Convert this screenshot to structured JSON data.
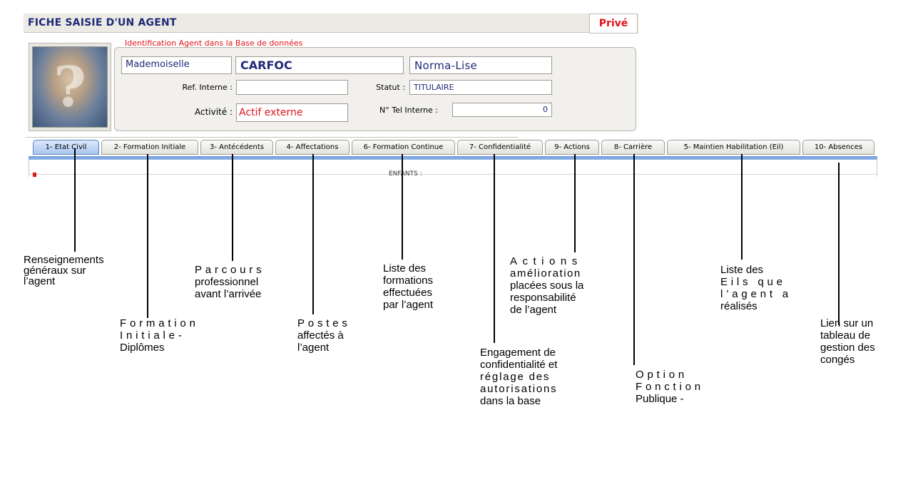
{
  "form": {
    "title": "FICHE SAISIE D'UN AGENT",
    "privacy_label": "Privé",
    "identification_caption": "Identification Agent dans la Base de données",
    "photo_placeholder": "?",
    "civility": "Mademoiselle",
    "last_name": "CARFOC",
    "first_name": "Norma-Lise",
    "ref_label": "Ref. Interne :",
    "ref_value": "",
    "status_label": "Statut :",
    "status_value": "TITULAIRE",
    "activity_label": "Activité :",
    "activity_value": "Actif externe",
    "tel_label": "N° Tel Interne :",
    "tel_value": "0"
  },
  "tabs": [
    {
      "label": "1- Etat Civil",
      "active": true
    },
    {
      "label": "2- Formation Initiale"
    },
    {
      "label": "3- Antécédents"
    },
    {
      "label": "4- Affectations"
    },
    {
      "label": "6- Formation Continue"
    },
    {
      "label": "7- Confidentialité"
    },
    {
      "label": "9- Actions"
    },
    {
      "label": "8- Carrière"
    },
    {
      "label": "5- Maintien Habilitation (Eil)"
    },
    {
      "label": "10- Absences"
    }
  ],
  "content": {
    "enfants_label": "ENFANTS :"
  },
  "callouts": [
    {
      "id": "etat-civil",
      "lines": [
        "Renseignements",
        "généraux sur",
        "l’agent"
      ]
    },
    {
      "id": "formation-initiale",
      "lines": [
        "Formation",
        "Initiale-",
        "Diplômes"
      ]
    },
    {
      "id": "antecedents",
      "lines": [
        "Parcours",
        "professionnel",
        "avant l’arrivée"
      ]
    },
    {
      "id": "affectations",
      "lines": [
        "Postes",
        "affectés à",
        "l’agent"
      ]
    },
    {
      "id": "formation-continue",
      "lines": [
        "Liste des",
        "formations",
        "effectuées",
        "par l’agent"
      ]
    },
    {
      "id": "confidentialite",
      "lines": [
        "Engagement de",
        "confidentialité et",
        "réglage des",
        "autorisations",
        "dans la base"
      ]
    },
    {
      "id": "actions",
      "lines": [
        "Actions",
        "amélioration",
        "placées sous la",
        "responsabilité",
        "de l’agent"
      ]
    },
    {
      "id": "carriere",
      "lines": [
        "Option",
        "Fonction",
        "Publique -"
      ]
    },
    {
      "id": "habilitation",
      "lines": [
        "Liste des",
        "Eils que",
        "l’agent a",
        "réalisés"
      ]
    },
    {
      "id": "absences",
      "lines": [
        "Lien sur un",
        "tableau de",
        "gestion des",
        "congés"
      ]
    }
  ]
}
